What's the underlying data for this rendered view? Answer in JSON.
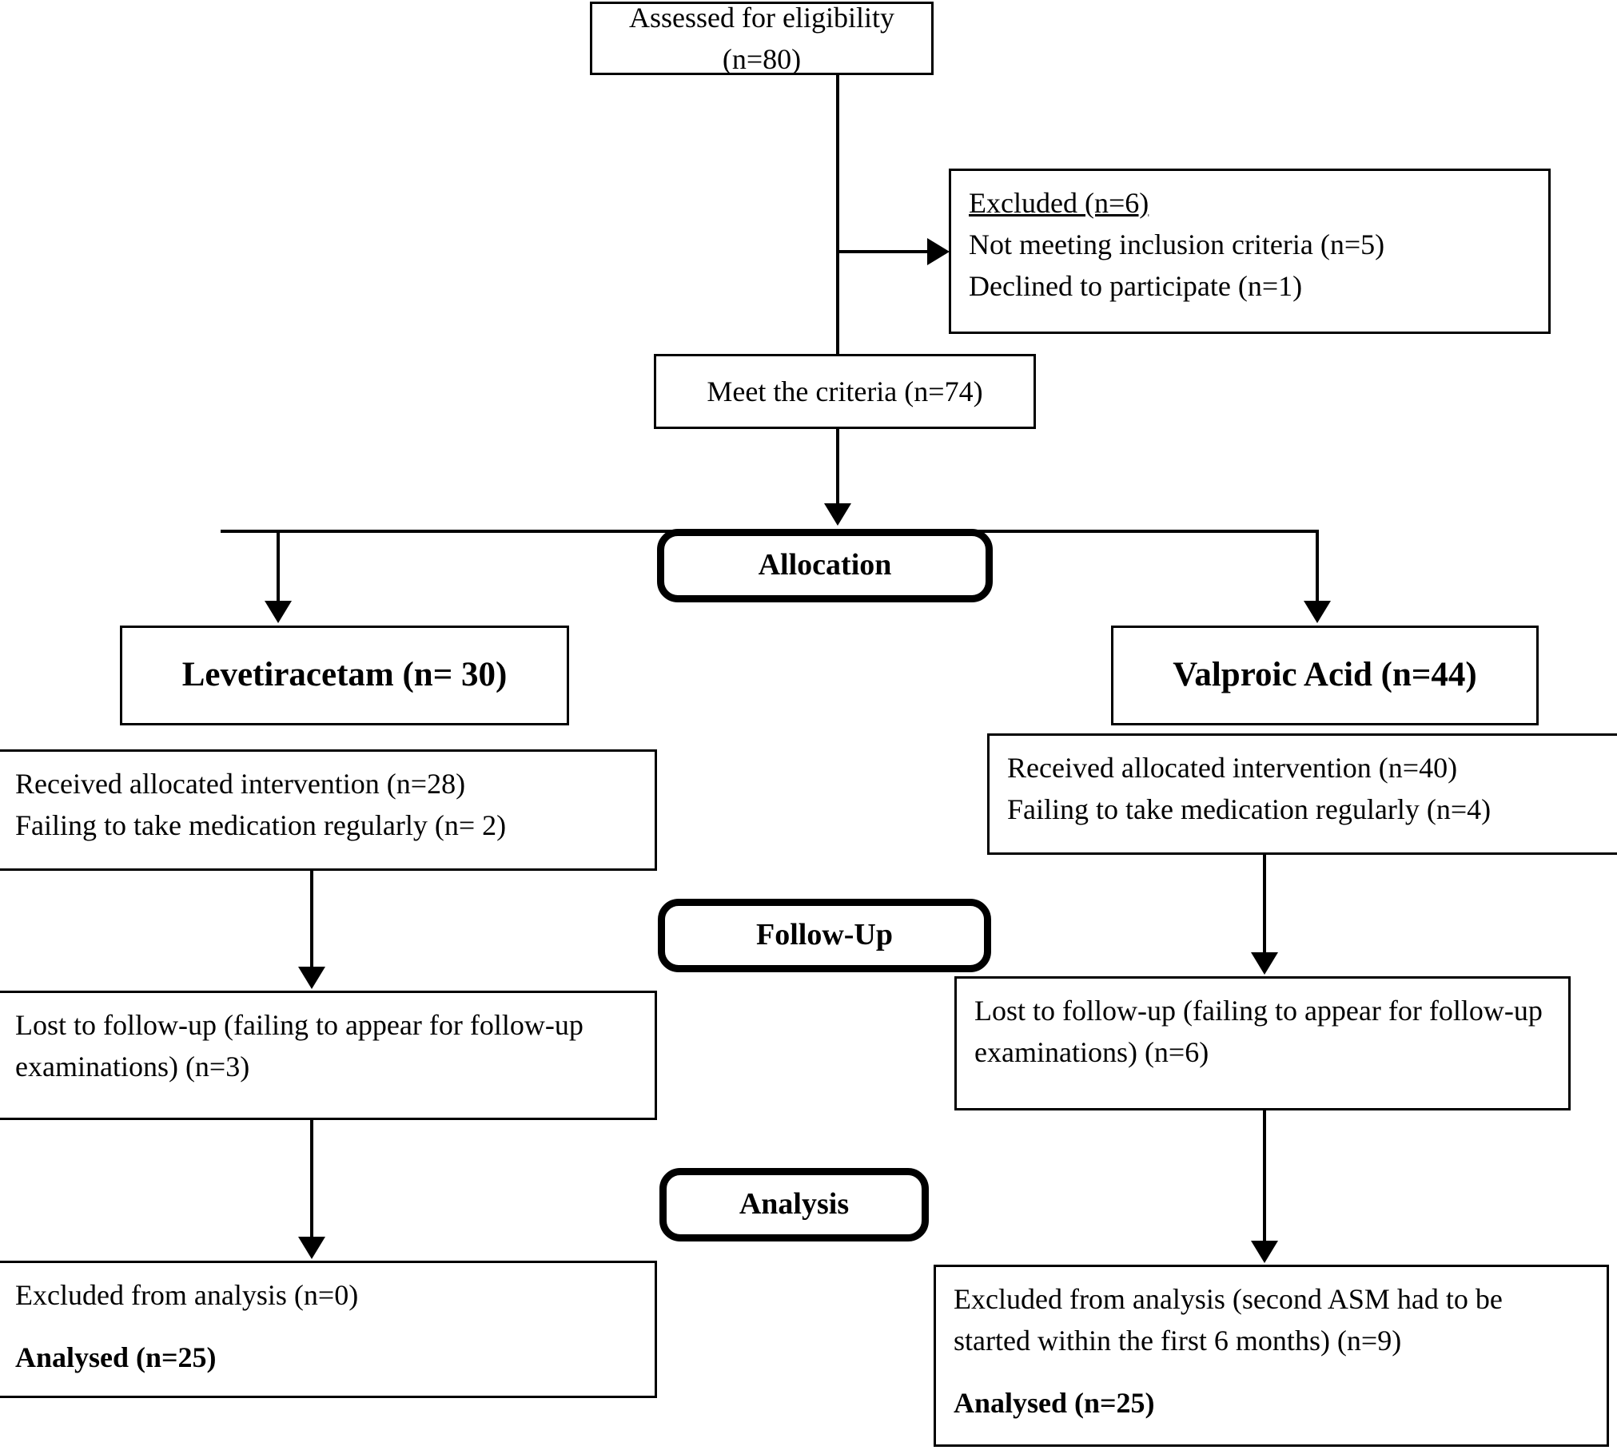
{
  "diagram": {
    "type": "consort-flow-diagram",
    "title": "CONSORT participant flow diagram",
    "nodes": {
      "assessed": {
        "label": "Assessed for eligibility (n=80)",
        "n": 80
      },
      "excluded": {
        "heading": "Excluded (n=6)",
        "reason_1": "Not meeting inclusion criteria (n=5)",
        "reason_2": "Declined to participate (n=1)",
        "n": 6
      },
      "meet_criteria": {
        "label": "Meet the criteria (n=74)",
        "n": 74
      },
      "stage_allocation": {
        "label": "Allocation"
      },
      "stage_followup": {
        "label": "Follow-Up"
      },
      "stage_analysis": {
        "label": "Analysis"
      },
      "left_group": {
        "label": "Levetiracetam (n= 30)",
        "n": 30
      },
      "right_group": {
        "label": "Valproic Acid (n=44)",
        "n": 44
      },
      "left_allocation": {
        "line_1": "Received allocated intervention (n=28)",
        "line_2": "Failing to take medication regularly (n= 2)",
        "received": 28,
        "failing": 2
      },
      "right_allocation": {
        "line_1": "Received allocated intervention (n=40)",
        "line_2": "Failing to take medication regularly (n=4)",
        "received": 40,
        "failing": 4
      },
      "left_followup": {
        "line_1": "Lost to follow-up (failing to appear for follow-up",
        "line_2": "examinations) (n=3)",
        "lost": 3
      },
      "right_followup": {
        "line_1": "Lost to follow-up (failing to appear for follow-up",
        "line_2": "examinations) (n=6)",
        "lost": 6
      },
      "left_analysis": {
        "line_1": "Excluded from analysis (n=0)",
        "line_2": "",
        "analysed": "Analysed (n=25)",
        "excluded_n": 0,
        "analysed_n": 25
      },
      "right_analysis": {
        "line_1": "Excluded from analysis (second ASM had to be",
        "line_2": "started within the first 6 months) (n=9)",
        "analysed": "Analysed (n=25)",
        "excluded_n": 9,
        "analysed_n": 25
      }
    },
    "colors": {
      "stroke": "#000000",
      "background": "#ffffff",
      "text": "#000000"
    }
  }
}
